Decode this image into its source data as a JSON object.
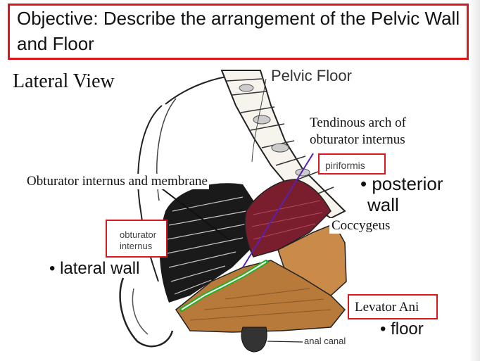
{
  "title": "Objective: Describe the arrangement of the Pelvic Wall and Floor",
  "view_label": "Lateral View",
  "figure": {
    "pelvic_floor": "Pelvic Floor",
    "tendinous_arch_line1": "Tendinous arch of",
    "tendinous_arch_line2": "obturator internus",
    "piriformis": "piriformis",
    "obturator_membrane": "Obturator internus and membrane",
    "obturator_line1": "obturator",
    "obturator_line2": "internus",
    "coccygeus": "Coccygeus",
    "levator_ani": "Levator Ani",
    "anal_canal": "anal canal"
  },
  "bullets": {
    "posterior_line1": "• posterior",
    "posterior_line2": "wall",
    "lateral": "• lateral wall",
    "floor": "• floor"
  },
  "colors": {
    "title_border": "#d8181c",
    "piriformis_muscle": "#7a1e2e",
    "coccygeus_muscle": "#c98a4a",
    "levator_ani_muscle": "#b87a3a",
    "arch_line": "#5b1fb0",
    "arch_highlight": "#22b022"
  }
}
